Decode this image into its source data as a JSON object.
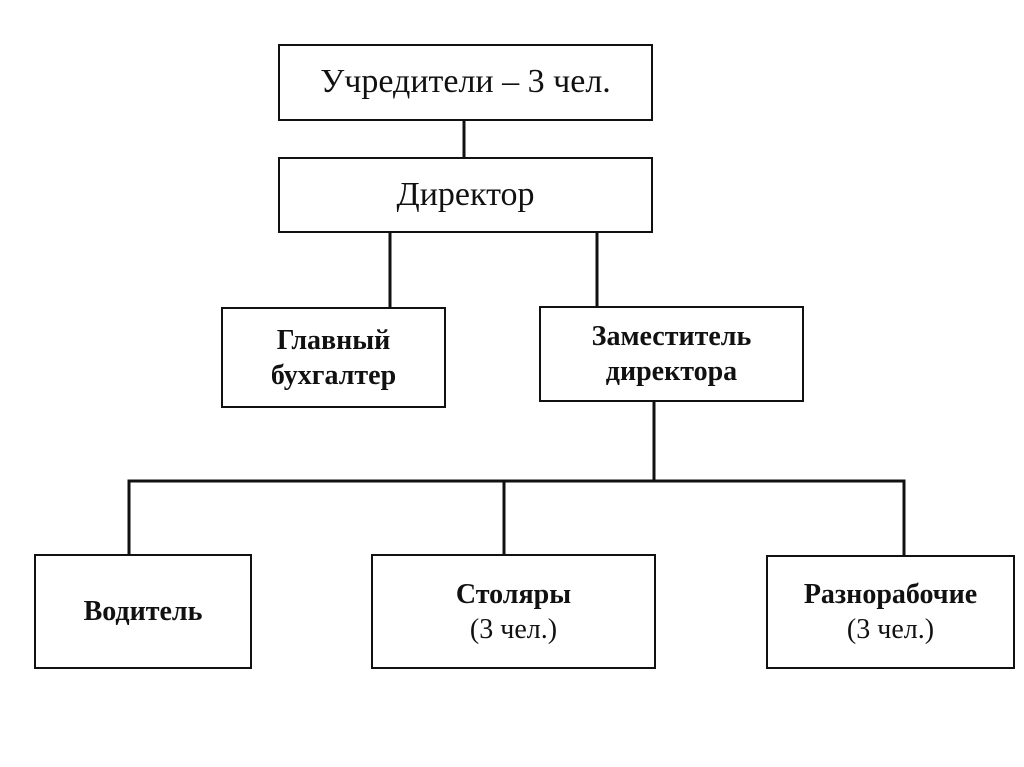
{
  "org_chart": {
    "founders": {
      "label": "Учредители – 3 чел."
    },
    "director": {
      "label": "Директор"
    },
    "chief_accountant": {
      "line1": "Главный",
      "line2": "бухгалтер"
    },
    "deputy_director": {
      "line1": "Заместитель",
      "line2": "директора"
    },
    "driver": {
      "label": "Водитель"
    },
    "carpenters": {
      "label": "Столяры",
      "count": "(3 чел.)"
    },
    "laborers": {
      "label": "Разнорабочие",
      "count": "(3 чел.)"
    }
  },
  "colors": {
    "line": "#111111",
    "box_fill": "#ffffff",
    "text": "#111111"
  }
}
